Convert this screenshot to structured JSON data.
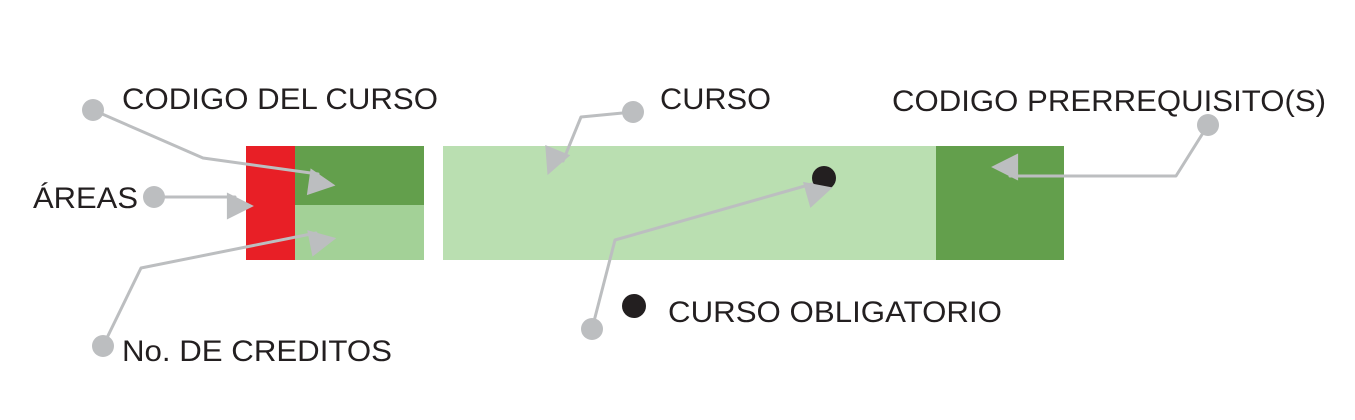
{
  "labels": {
    "course_code": "CODIGO DEL CURSO",
    "course": "CURSO",
    "prerequisite_code": "CODIGO PRERREQUISITO(S)",
    "areas": "ÁREAS",
    "credits": "No. DE CREDITOS",
    "mandatory": "CURSO OBLIGATORIO"
  },
  "colors": {
    "area": "#e81f26",
    "dark_green": "#639f4c",
    "mid_green": "#a3d197",
    "light_green": "#badfb1",
    "leader": "#bcbec0",
    "marker": "#231f20",
    "text": "#231f20"
  }
}
